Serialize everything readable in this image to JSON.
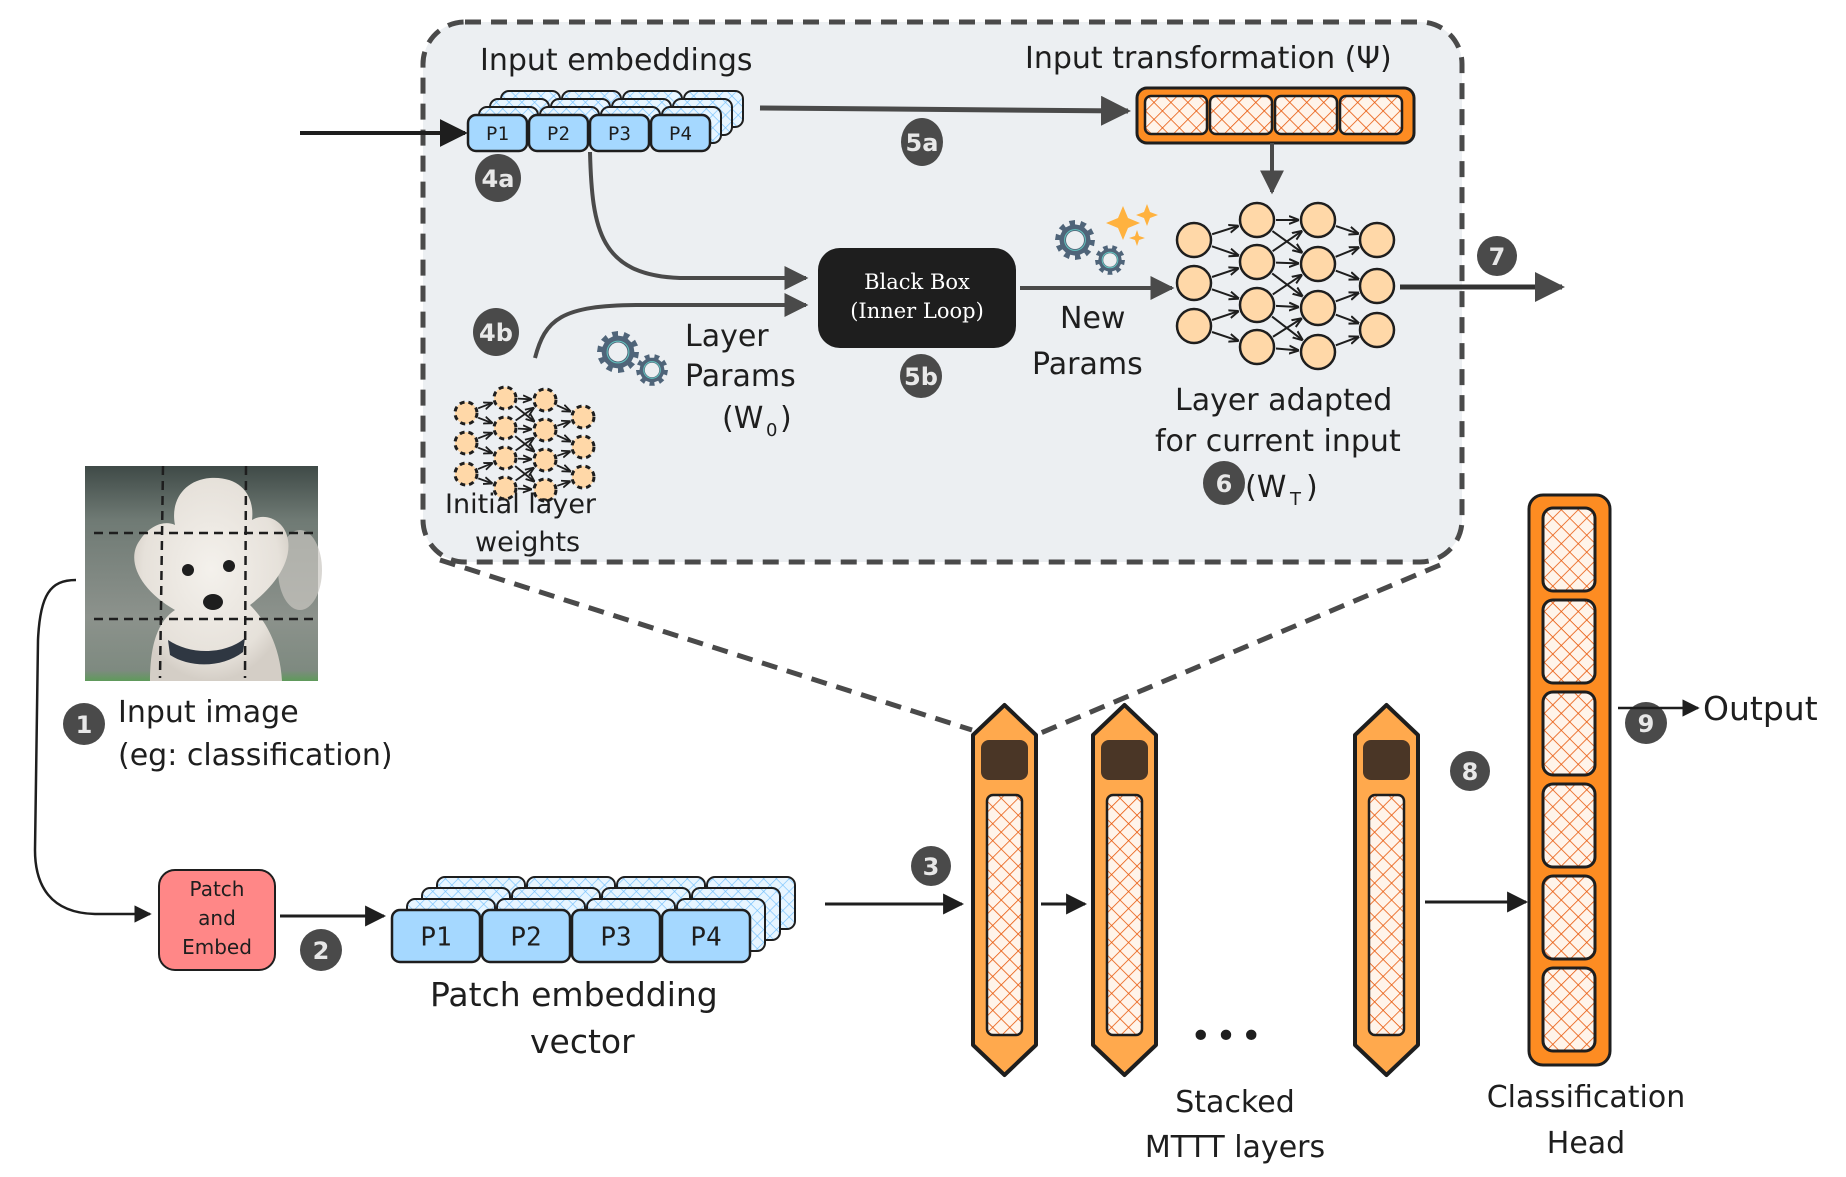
{
  "colors": {
    "panel_bg": "#eceff2",
    "dash": "#4a4a4a",
    "patch_blue": "#a5d8ff",
    "patch_hatch": "#74c0fc",
    "orange": "#fd8c22",
    "orange_light": "#ffa94d",
    "hatch_red": "#e8590c",
    "neuron": "#ffd8a8",
    "black_box": "#1e1e1e",
    "badge": "#4a4a4a",
    "patch_embed_red": "#ff8787",
    "gear": "#4f6479",
    "sparkle": "#ffb23f",
    "layer_cap": "#4a3626"
  },
  "zoom_panel": {
    "input_embeddings_label": "Input embeddings",
    "input_transformation_label": "Input transformation (Ψ)",
    "patches": [
      "P1",
      "P2",
      "P3",
      "P4"
    ],
    "black_box": {
      "line1": "Black Box",
      "line2": "(Inner Loop)"
    },
    "layer_params": {
      "line1": "Layer",
      "line2": "Params",
      "line3": "(W",
      "sub": "0",
      "close": ")"
    },
    "new_params": {
      "line1": "New",
      "line2": "Params"
    },
    "initial_weights": {
      "line1": "Initial layer",
      "line2": "weights"
    },
    "adapted": {
      "line1": "Layer adapted",
      "line2": "for current input",
      "line3": "(W",
      "sub": "T",
      "close": ")"
    },
    "transform_cells": 4
  },
  "steps": {
    "s1": "1",
    "s2": "2",
    "s3": "3",
    "s4a": "4a",
    "s4b": "4b",
    "s5a": "5a",
    "s5b": "5b",
    "s6": "6",
    "s7": "7",
    "s8": "8",
    "s9": "9"
  },
  "main_flow": {
    "input_image": {
      "line1": "Input image",
      "line2": "(eg: classification)"
    },
    "patch_and_embed": [
      "Patch",
      "and",
      "Embed"
    ],
    "patches": [
      "P1",
      "P2",
      "P3",
      "P4"
    ],
    "patch_embedding_label": {
      "line1": "Patch embedding",
      "line2": "vector"
    },
    "stacked_label": {
      "line1": "Stacked",
      "line2": "MTTT layers"
    },
    "ellipsis": "•••",
    "classification_head": {
      "line1": "Classification",
      "line2": "Head",
      "cells": 6
    },
    "output_label": "Output"
  }
}
